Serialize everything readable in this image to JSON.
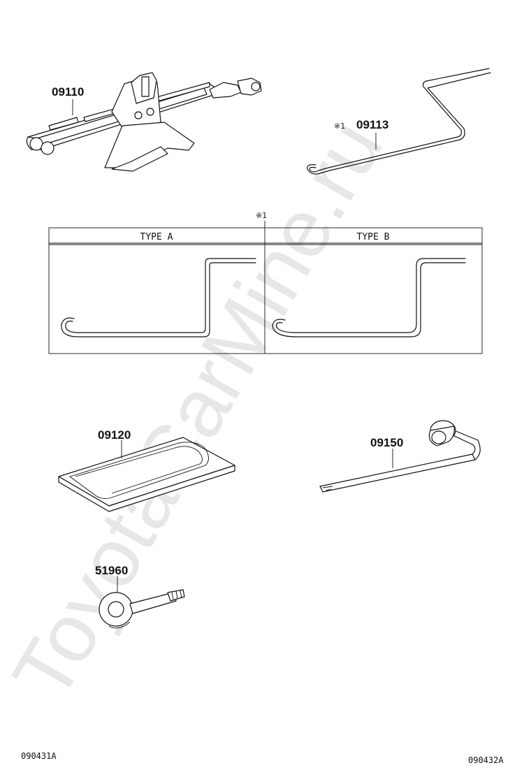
{
  "watermark": "ToyotaCarMine.ru",
  "parts": {
    "jack": "09110",
    "handle": "09113",
    "handle_note": "※1",
    "bag": "09120",
    "wrench": "09150",
    "eye": "51960"
  },
  "table": {
    "ref_mark": "※1",
    "type_a": "TYPE  A",
    "type_b": "TYPE  B"
  },
  "footer": {
    "left_code": "090431A",
    "right_code": "090432A"
  }
}
